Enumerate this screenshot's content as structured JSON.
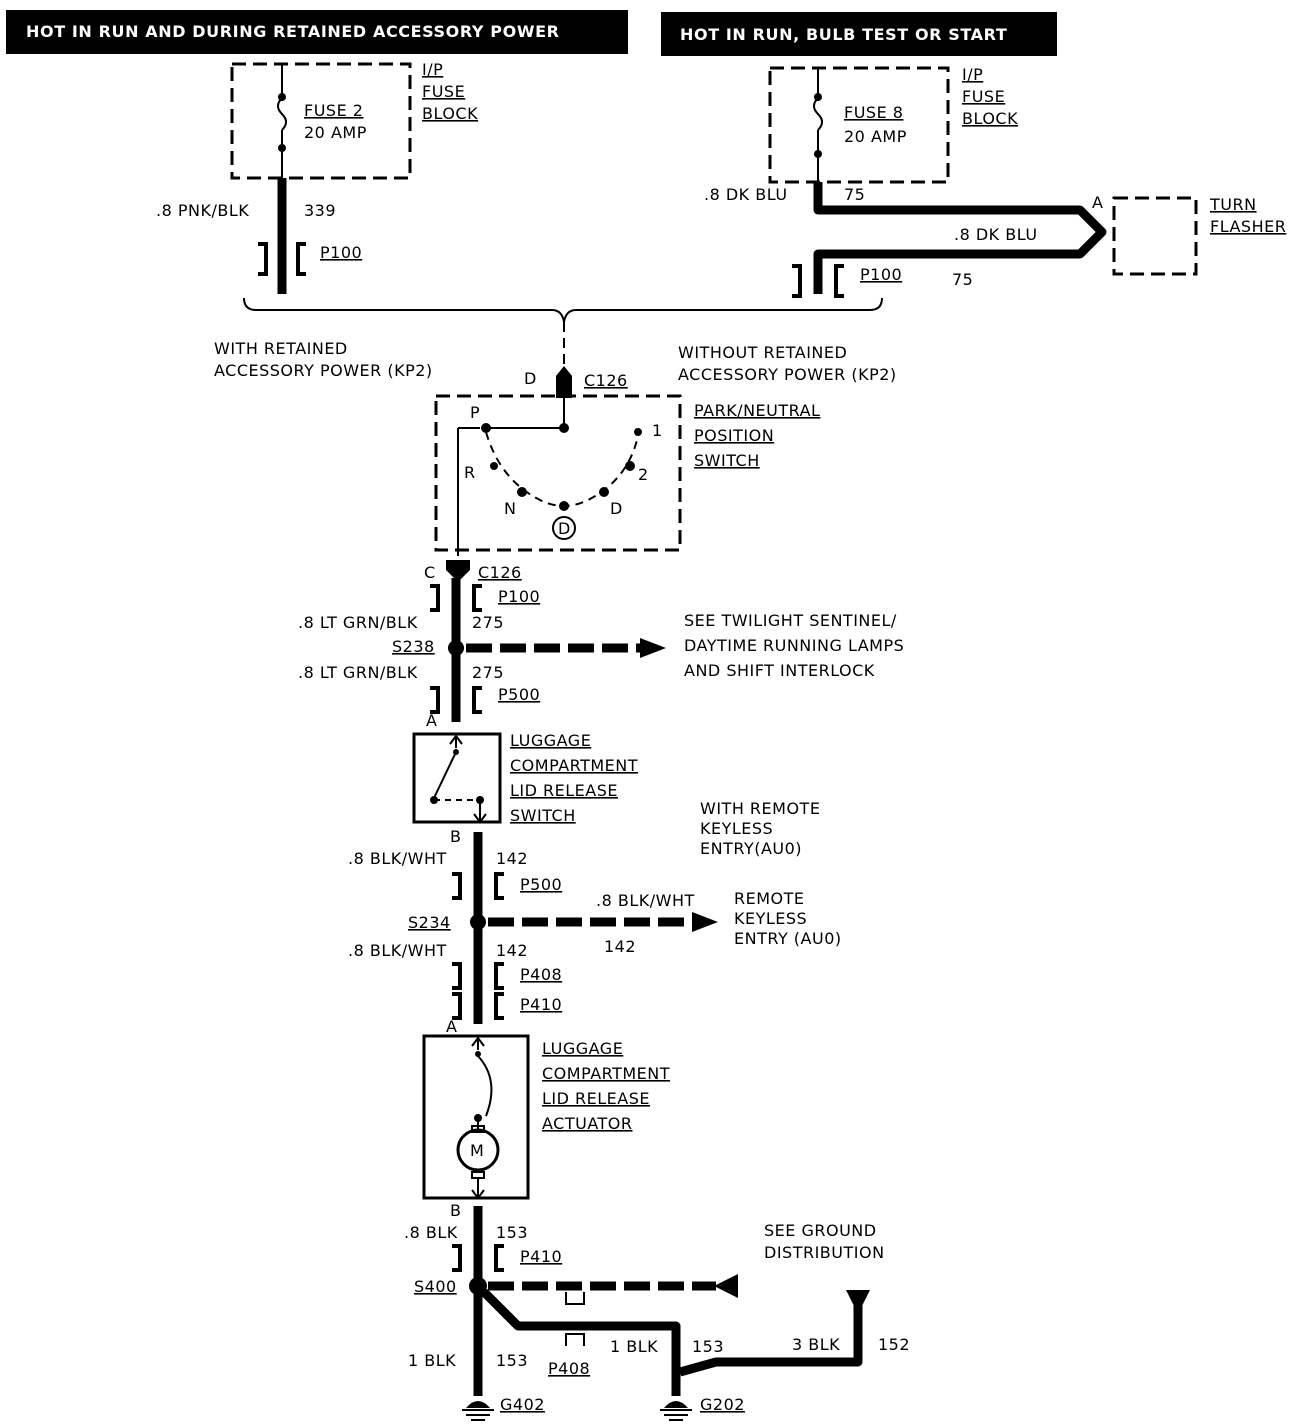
{
  "headers": {
    "left": "HOT IN RUN AND DURING RETAINED ACCESSORY POWER",
    "right": "HOT IN RUN, BULB TEST OR START"
  },
  "fuse2": {
    "name": "FUSE 2",
    "rating": "20 AMP",
    "block": [
      "I/P",
      "FUSE",
      "BLOCK"
    ]
  },
  "fuse8": {
    "name": "FUSE 8",
    "rating": "20 AMP",
    "block": [
      "I/P",
      "FUSE",
      "BLOCK"
    ]
  },
  "turn_flasher": {
    "lines": [
      "TURN",
      "FLASHER"
    ],
    "pin": "A"
  },
  "wires": {
    "pnk_blk": ".8 PNK/BLK",
    "c339": "339",
    "dk_blu_1": ".8 DK BLU",
    "c75_1": "75",
    "dk_blu_2": ".8 DK BLU",
    "c75_2": "75",
    "lt_grn_1": ".8 LT GRN/BLK",
    "c275_1": "275",
    "lt_grn_2": ".8 LT GRN/BLK",
    "c275_2": "275",
    "blk_wht_1": ".8 BLK/WHT",
    "c142_1": "142",
    "blk_wht_2": ".8 BLK/WHT",
    "c142_2": "142",
    "blk_wht_3": ".8 BLK/WHT",
    "c142_3": "142",
    "blk_153": ".8 BLK",
    "c153_1": "153",
    "blk_1": "1 BLK",
    "c153_2": "153",
    "blk_1b": "1 BLK",
    "c153_3": "153",
    "blk_3": "3 BLK",
    "c152": "152"
  },
  "connectors": {
    "p100_a": "P100",
    "p100_b": "P100",
    "p100_c": "P100",
    "c126_top": "C126",
    "c126_bot": "C126",
    "pin_d": "D",
    "pin_c": "C",
    "p500_a": "P500",
    "p500_b": "P500",
    "pin_a1": "A",
    "pin_b1": "B",
    "p408_a": "P408",
    "p410_a": "P410",
    "pin_a2": "A",
    "pin_b2": "B",
    "p410_b": "P410",
    "p408_b": "P408"
  },
  "splices": {
    "s238": "S238",
    "s234": "S234",
    "s400": "S400"
  },
  "grounds": {
    "g402": "G402",
    "g202": "G202"
  },
  "options": {
    "with_kp2": [
      "WITH RETAINED",
      "ACCESSORY POWER (KP2)"
    ],
    "without_kp2": [
      "WITHOUT RETAINED",
      "ACCESSORY POWER (KP2)"
    ],
    "with_au0": [
      "WITH REMOTE",
      "KEYLESS",
      "ENTRY(AU0)"
    ]
  },
  "switch_pnp": {
    "label": [
      "PARK/NEUTRAL",
      "POSITION",
      "SWITCH"
    ],
    "positions": {
      "p": "P",
      "r": "R",
      "n": "N",
      "d": "D",
      "two": "2",
      "one": "1",
      "circled": "D"
    }
  },
  "lid_switch": {
    "label": [
      "LUGGAGE",
      "COMPARTMENT",
      "LID RELEASE",
      "SWITCH"
    ]
  },
  "actuator": {
    "label": [
      "LUGGAGE",
      "COMPARTMENT",
      "LID RELEASE",
      "ACTUATOR"
    ],
    "motor": "M"
  },
  "refs": {
    "twilight": [
      "SEE TWILIGHT SENTINEL/",
      "DAYTIME RUNNING LAMPS",
      "AND SHIFT INTERLOCK"
    ],
    "rke": [
      "REMOTE",
      "KEYLESS",
      "ENTRY (AU0)"
    ],
    "ground_dist": [
      "SEE GROUND",
      "DISTRIBUTION"
    ]
  }
}
